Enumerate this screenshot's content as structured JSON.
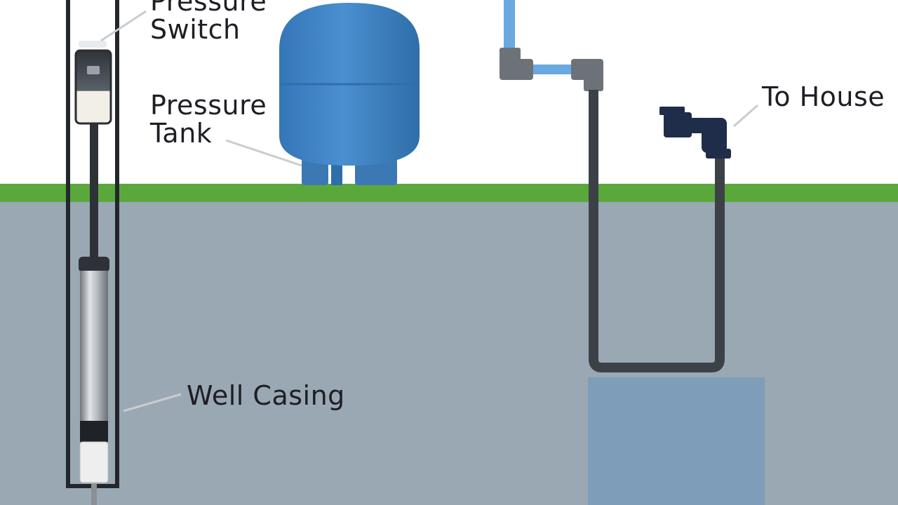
{
  "labels": {
    "pressure_switch": {
      "line1": "Pressure",
      "line2": "Switch"
    },
    "pressure_tank": {
      "line1": "Pressure",
      "line2": "Tank"
    },
    "to_house": "To House",
    "well_casing": "Well Casing"
  },
  "colors": {
    "sky": "#ffffff",
    "grass": "#5aa83c",
    "ground": "#9aa8b4",
    "ground_water": "#7e9db8",
    "tank": "#3f82c4",
    "tank_shade": "#2f6ea8",
    "pipe_dark": "#3c4148",
    "pipe_blue": "#6aa8e0",
    "casing": "#23262b",
    "leader_line": "#c9ccd0",
    "label_text": "#1d1f24"
  }
}
